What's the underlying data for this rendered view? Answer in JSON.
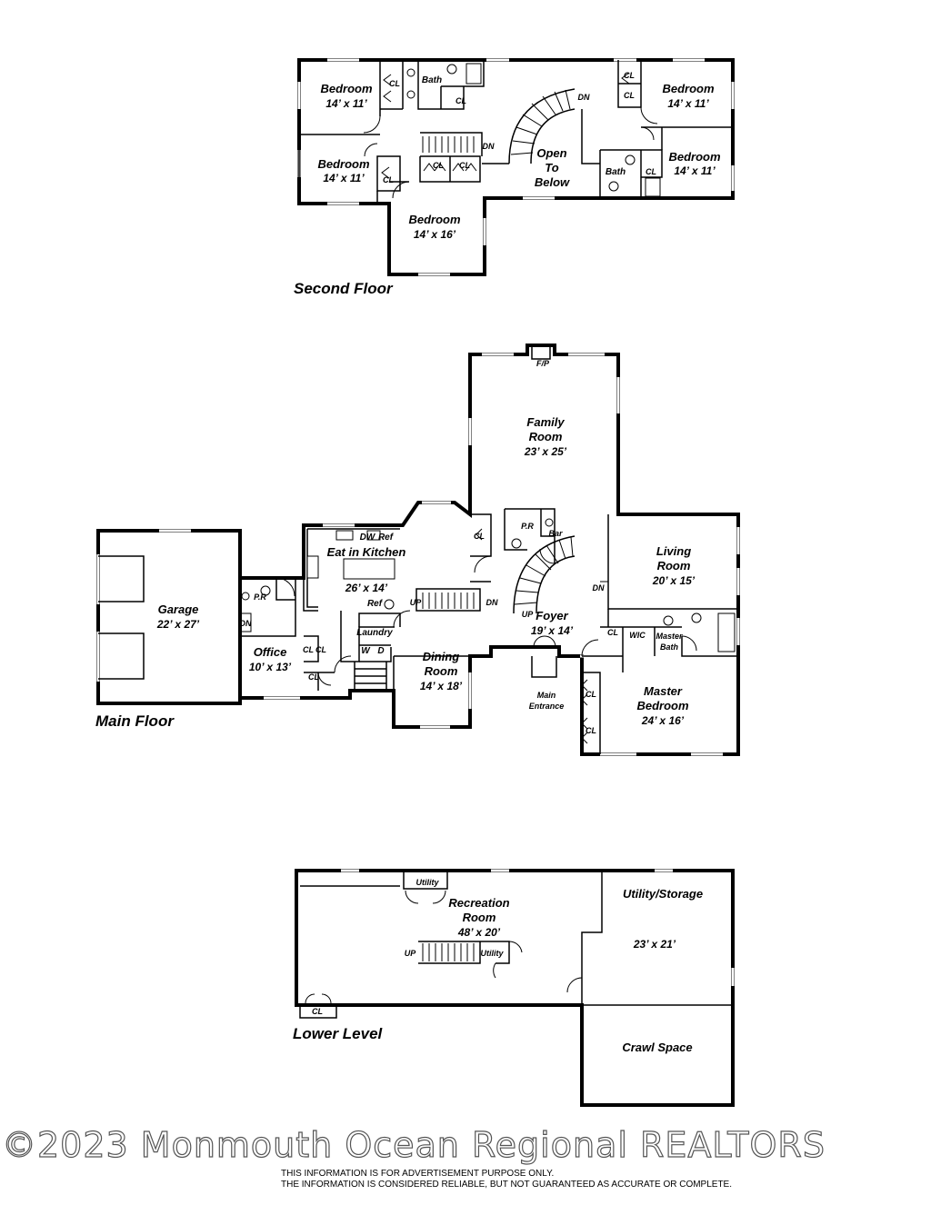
{
  "floors": {
    "second": {
      "title": "Second Floor",
      "rooms": {
        "bed_nw": {
          "name": "Bedroom",
          "size": "14’ x 11’"
        },
        "bed_w": {
          "name": "Bedroom",
          "size": "14’ x 11’"
        },
        "bed_s": {
          "name": "Bedroom",
          "size": "14’ x 16’"
        },
        "bed_ne": {
          "name": "Bedroom",
          "size": "14’ x 11’"
        },
        "bed_e": {
          "name": "Bedroom",
          "size": "14’ x 11’"
        },
        "open_below": [
          "Open",
          "To",
          "Below"
        ]
      },
      "labels": {
        "bath1": "Bath",
        "bath2": "Bath",
        "cl": "CL",
        "dn": "DN"
      }
    },
    "main": {
      "title": "Main Floor",
      "rooms": {
        "garage": {
          "name": "Garage",
          "size": "22’ x 27’"
        },
        "office": {
          "name": "Office",
          "size": "10’ x 13’"
        },
        "kitchen": {
          "name": "Eat in Kitchen",
          "size": "26’ x 14’"
        },
        "dining": {
          "name1": "Dining",
          "name2": "Room",
          "size": "14’ x 18’"
        },
        "family": {
          "name1": "Family",
          "name2": "Room",
          "size": "23’ x 25’"
        },
        "foyer": {
          "name": "Foyer",
          "size": "19’ x 14’"
        },
        "living": {
          "name1": "Living",
          "name2": "Room",
          "size": "20’ x 15’"
        },
        "master": {
          "name1": "Master",
          "name2": "Bedroom",
          "size": "24’ x 16’"
        }
      },
      "labels": {
        "fp": "F/P",
        "pr": "P.R",
        "bar": "Bar",
        "dw": "DW",
        "ref": "Ref",
        "laundry": "Laundry",
        "w": "W",
        "d": "D",
        "wic": "WIC",
        "master_bath1": "Master",
        "master_bath2": "Bath",
        "main_entrance1": "Main",
        "main_entrance2": "Entrance",
        "up": "UP",
        "dn": "DN",
        "cl": "CL"
      }
    },
    "lower": {
      "title": "Lower Level",
      "rooms": {
        "recreation": {
          "name1": "Recreation",
          "name2": "Room",
          "size": "48’ x 20’"
        },
        "utility_storage": {
          "name": "Utility/Storage",
          "size": "23’ x 21’"
        },
        "crawl": {
          "name": "Crawl Space"
        }
      },
      "labels": {
        "utility": "Utility",
        "up": "UP",
        "cl": "CL"
      }
    }
  },
  "watermark": "©2023 Monmouth Ocean Regional REALTORS",
  "disclaimer": {
    "line1": "THIS INFORMATION IS FOR ADVERTISEMENT PURPOSE ONLY.",
    "line2": "THE INFORMATION IS CONSIDERED RELIABLE, BUT NOT GUARANTEED AS ACCURATE OR COMPLETE."
  }
}
